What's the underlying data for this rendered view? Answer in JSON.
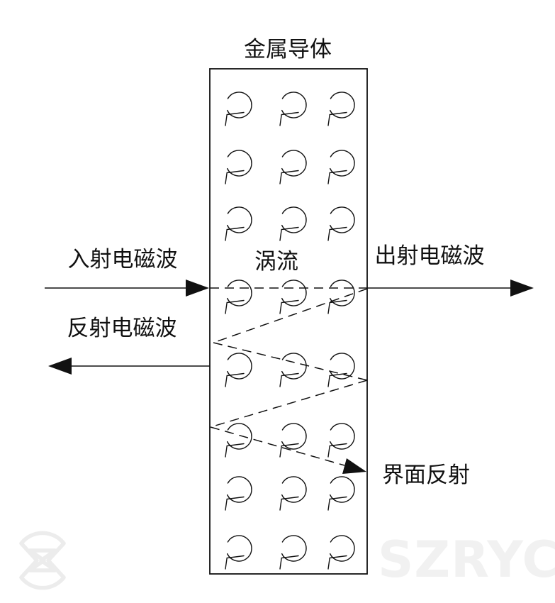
{
  "figure": {
    "title": "金属导体",
    "labels": {
      "incident_wave": "入射电磁波",
      "reflected_wave": "反射电磁波",
      "transmitted_wave": "出射电磁波",
      "eddy_current": "涡流",
      "interface_reflection": "界面反射"
    },
    "colors": {
      "line_color": "#111111",
      "background_color": "#ffffff",
      "watermark_text_color": "#f1f1f1",
      "watermark_logo_color": "#ececec"
    },
    "eddy_grid": {
      "columns_x": [
        337,
        414,
        482
      ],
      "rows_y": [
        148,
        230,
        310,
        413,
        516,
        615,
        690,
        773
      ],
      "radius": 18
    }
  },
  "watermark": {
    "text": "SZRYC"
  }
}
